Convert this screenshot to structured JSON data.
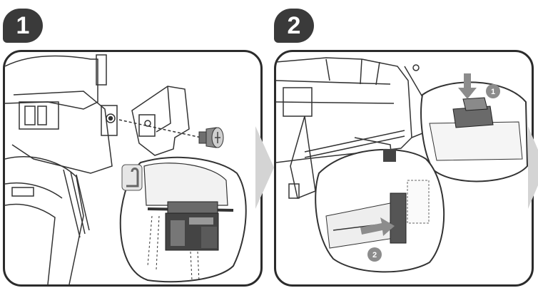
{
  "steps": [
    {
      "number": "1"
    },
    {
      "number": "2",
      "callouts": [
        "1",
        "2"
      ]
    }
  ],
  "colors": {
    "badge": "#3a3a3a",
    "outline": "#2b2b2b",
    "arrow_fill": "#d4d4d4",
    "marker": "#8c8c8c"
  },
  "icons": [
    "screw-icon",
    "next-step-arrow-icon",
    "push-down-arrow-icon",
    "slide-arrow-icon"
  ]
}
